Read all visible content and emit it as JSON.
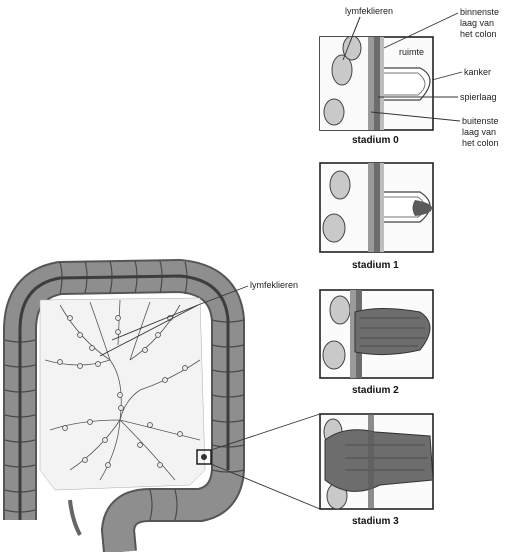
{
  "labels": {
    "lymfeklieren_top": "lymfeklieren",
    "binnenste": [
      "binnenste",
      "laag van",
      "het colon"
    ],
    "ruimte": "ruimte",
    "kanker": "kanker",
    "spierlaag": "spierlaag",
    "buitenste": [
      "buitenste",
      "laag van",
      "het colon"
    ],
    "lymfeklieren_colon": "lymfeklieren"
  },
  "stages": [
    "stadium 0",
    "stadium 1",
    "stadium 2",
    "stadium 3"
  ],
  "colors": {
    "colon_fill": "#8e8e8e",
    "colon_dark": "#555555",
    "tumor": "#6d6d6d",
    "node_fill": "#c9c9c9",
    "line": "#333333"
  }
}
